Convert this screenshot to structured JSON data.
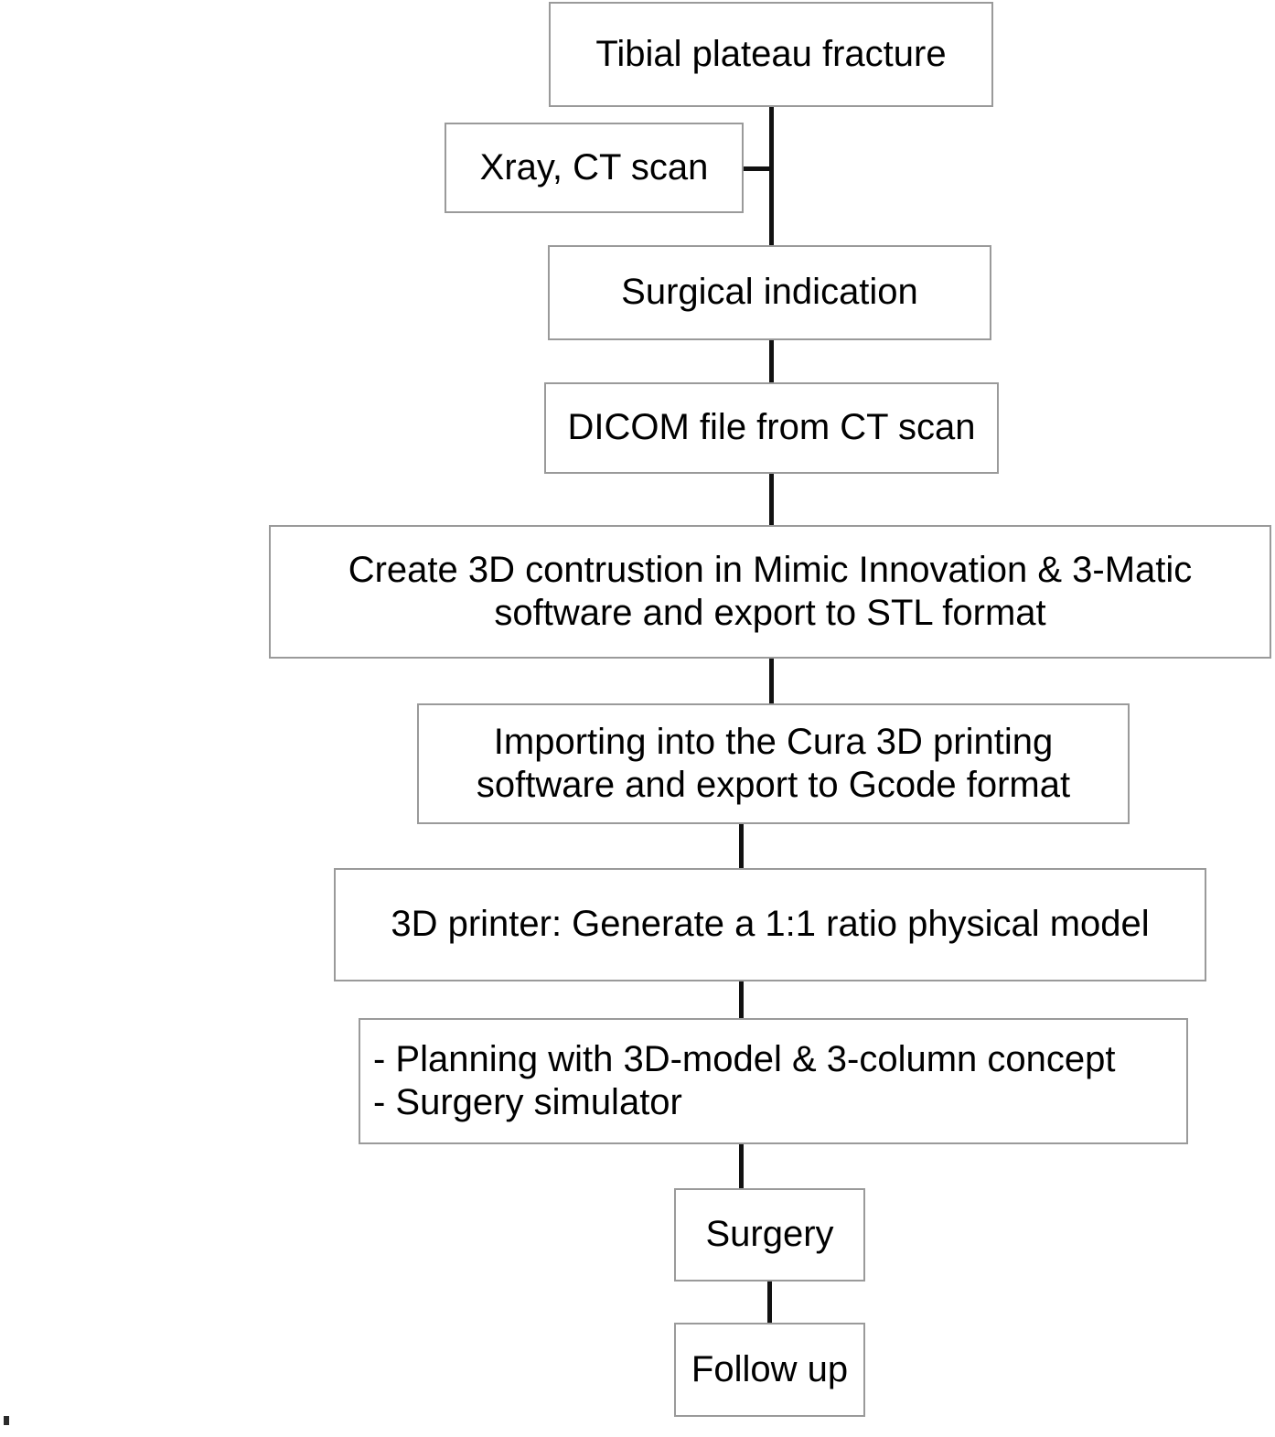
{
  "diagram": {
    "title": "Tibial plateau fracture 3D printing surgical workflow",
    "type": "flowchart",
    "orientation": "top-to-bottom",
    "colors": {
      "box_border": "#9a9a9a",
      "box_fill": "#ffffff",
      "connector": "#111111",
      "text": "#000000"
    },
    "nodes": [
      {
        "id": "tibial",
        "label": "Tibial plateau fracture"
      },
      {
        "id": "xray",
        "label": "Xray, CT scan"
      },
      {
        "id": "indication",
        "label": "Surgical indication"
      },
      {
        "id": "dicom",
        "label": "DICOM file from CT scan"
      },
      {
        "id": "create3d",
        "label": "Create 3D contrustion in Mimic Innovation & 3-Matic\nsoftware and export to STL format"
      },
      {
        "id": "cura",
        "label": "Importing into the Cura 3D printing\nsoftware and export to Gcode format"
      },
      {
        "id": "printer",
        "label": "3D printer: Generate a 1:1 ratio physical model"
      },
      {
        "id": "planning",
        "label": "- Planning with 3D-model & 3-column concept\n- Surgery simulator"
      },
      {
        "id": "surgery",
        "label": "Surgery"
      },
      {
        "id": "followup",
        "label": "Follow up"
      }
    ],
    "edges": [
      {
        "from": "tibial",
        "to": "indication",
        "style": "line"
      },
      {
        "from": "xray",
        "to": "trunk",
        "style": "line"
      },
      {
        "from": "indication",
        "to": "dicom",
        "style": "line"
      },
      {
        "from": "dicom",
        "to": "create3d",
        "style": "line"
      },
      {
        "from": "create3d",
        "to": "cura",
        "style": "line"
      },
      {
        "from": "cura",
        "to": "printer",
        "style": "line"
      },
      {
        "from": "printer",
        "to": "planning",
        "style": "line"
      },
      {
        "from": "planning",
        "to": "surgery",
        "style": "line"
      },
      {
        "from": "surgery",
        "to": "followup",
        "style": "line"
      }
    ]
  }
}
